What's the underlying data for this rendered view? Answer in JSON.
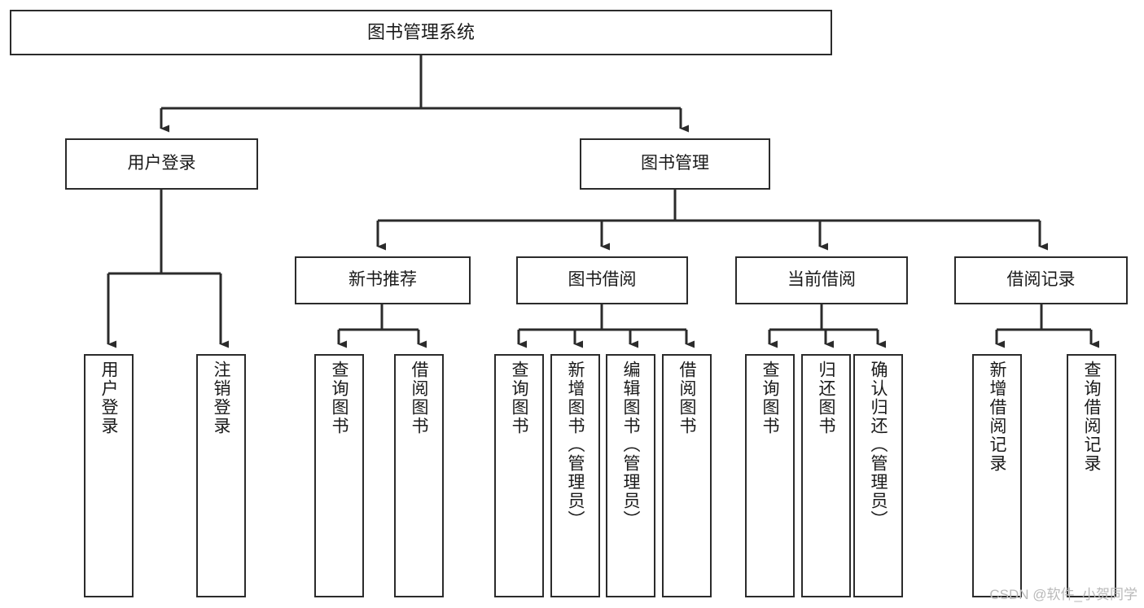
{
  "diagram": {
    "title": "图书管理系统",
    "type": "tree-hierarchy",
    "watermark": "CSDN @软件_小贺同学",
    "root": {
      "id": "root",
      "label": "图书管理系统",
      "orientation": "horizontal"
    },
    "level2": [
      {
        "id": "user-login",
        "label": "用户登录",
        "orientation": "horizontal"
      },
      {
        "id": "book-manage",
        "label": "图书管理",
        "orientation": "horizontal"
      }
    ],
    "level3": [
      {
        "id": "new-book-recommend",
        "label": "新书推荐",
        "orientation": "horizontal",
        "parent": "book-manage"
      },
      {
        "id": "book-borrow",
        "label": "图书借阅",
        "orientation": "horizontal",
        "parent": "book-manage"
      },
      {
        "id": "current-borrow",
        "label": "当前借阅",
        "orientation": "horizontal",
        "parent": "book-manage"
      },
      {
        "id": "borrow-record",
        "label": "借阅记录",
        "orientation": "horizontal",
        "parent": "book-manage"
      }
    ],
    "leaves": [
      {
        "id": "leaf-user-login",
        "label": "用户登录",
        "parent": "user-login"
      },
      {
        "id": "leaf-logout-login",
        "label": "注销登录",
        "parent": "user-login"
      },
      {
        "id": "leaf-query-book-1",
        "label": "查询图书",
        "parent": "new-book-recommend"
      },
      {
        "id": "leaf-borrow-book-1",
        "label": "借阅图书",
        "parent": "new-book-recommend"
      },
      {
        "id": "leaf-query-book-2",
        "label": "查询图书",
        "parent": "book-borrow"
      },
      {
        "id": "leaf-add-book",
        "label": "新增图书（管理员）",
        "parent": "book-borrow"
      },
      {
        "id": "leaf-edit-book",
        "label": "编辑图书（管理员）",
        "parent": "book-borrow"
      },
      {
        "id": "leaf-borrow-book-2",
        "label": "借阅图书",
        "parent": "book-borrow"
      },
      {
        "id": "leaf-query-book-3",
        "label": "查询图书",
        "parent": "current-borrow"
      },
      {
        "id": "leaf-return-book",
        "label": "归还图书",
        "parent": "current-borrow"
      },
      {
        "id": "leaf-confirm-return",
        "label": "确认归还（管理员）",
        "parent": "current-borrow"
      },
      {
        "id": "leaf-add-record",
        "label": "新增借阅记录",
        "parent": "borrow-record"
      },
      {
        "id": "leaf-query-record",
        "label": "查询借阅记录",
        "parent": "borrow-record"
      }
    ],
    "colors": {
      "box_border": "#2b2b2b",
      "box_fill": "#ffffff",
      "connector": "#2b2b2b",
      "text": "#1a1a1a",
      "watermark": "#b9b9b9",
      "background": "#ffffff"
    }
  }
}
